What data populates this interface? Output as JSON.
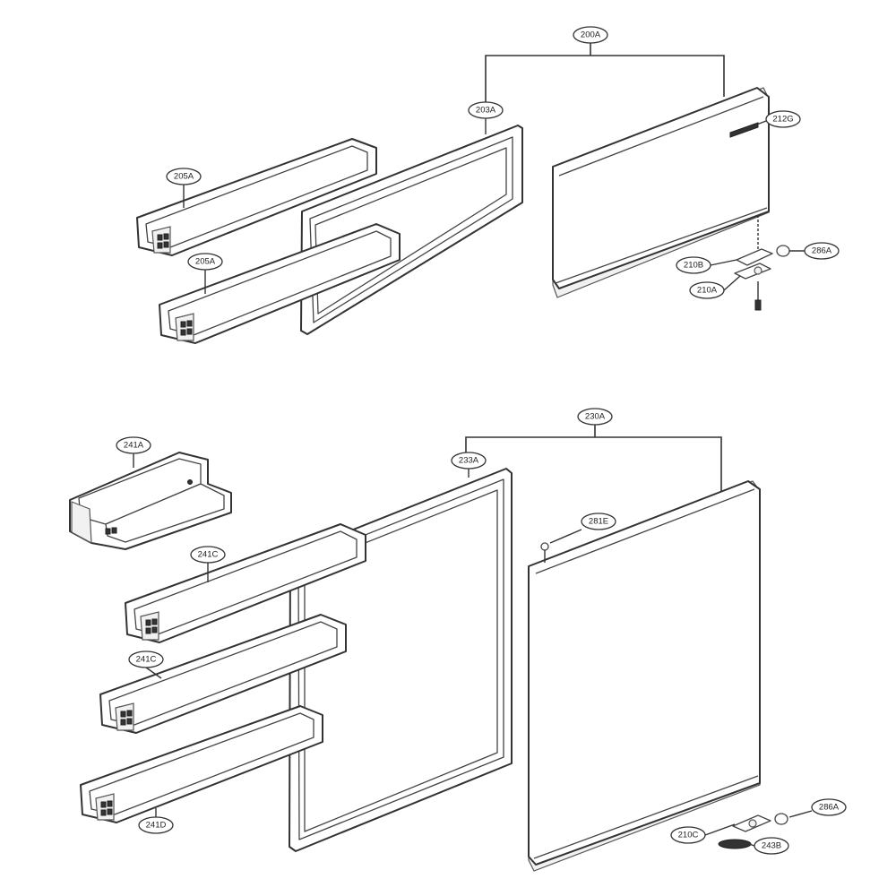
{
  "labels": {
    "door_upper": "200A",
    "gasket_upper": "203A",
    "shelf_upper_1": "205A",
    "shelf_upper_2": "205A",
    "emblem": "212G",
    "hinge_cap_upper": "286A",
    "hinge_upper": "210B",
    "hinge_bracket_upper": "210A",
    "door_lower": "230A",
    "gasket_lower": "233A",
    "dairy_bin": "241A",
    "basket_lower_1": "241C",
    "basket_lower_2": "241C",
    "basket_lower_3": "241D",
    "screw": "281E",
    "hinge_cap_lower": "286A",
    "hinge_lower": "210C",
    "stopper": "243B"
  }
}
